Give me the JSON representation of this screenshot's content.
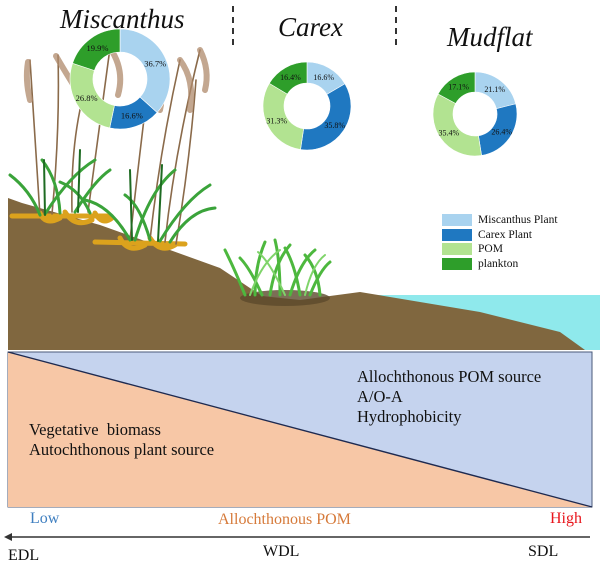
{
  "sites": [
    {
      "title": "Miscanthus"
    },
    {
      "title": "Carex"
    },
    {
      "title": "Mudflat"
    }
  ],
  "chart_data": {
    "type": "pie",
    "variant": "donut",
    "categories": [
      "Miscanthus Plant",
      "Carex Plant",
      "POM",
      "plankton"
    ],
    "colors": [
      "#a9d3ef",
      "#1f78c1",
      "#b2e391",
      "#2e9e2a"
    ],
    "charts": [
      {
        "title": "Miscanthus",
        "values": [
          36.7,
          16.6,
          26.8,
          19.9
        ],
        "labels": [
          "36.7%",
          "16.6%",
          "26.8%",
          "19.9%"
        ]
      },
      {
        "title": "Carex",
        "values": [
          16.6,
          35.8,
          31.3,
          16.4
        ],
        "labels": [
          "16.6%",
          "35.8%",
          "31.3%",
          "16.4%"
        ]
      },
      {
        "title": "Mudflat",
        "values": [
          21.1,
          26.4,
          35.4,
          17.1
        ],
        "labels": [
          "21.1%",
          "26.4%",
          "35.4%",
          "17.1%"
        ]
      }
    ],
    "legend_position": "right"
  },
  "legend": {
    "items": [
      {
        "label": "Miscanthus Plant",
        "color": "#a9d3ef"
      },
      {
        "label": "Carex Plant",
        "color": "#1f78c1"
      },
      {
        "label": "POM",
        "color": "#b2e391"
      },
      {
        "label": "plankton",
        "color": "#2e9e2a"
      }
    ]
  },
  "gradient_panel": {
    "left_text": [
      "Vegetative  biomass",
      "Autochthonous plant source"
    ],
    "right_text": [
      "Allochthonous POM source",
      "A/O-A",
      "Hydrophobicity"
    ],
    "left_color": "#f7c7a6",
    "right_color": "#c5d3ee"
  },
  "axis": {
    "low_label": "Low",
    "middle_label": "Allochthonous POM",
    "high_label": "High",
    "low_color": "#3f7fc0",
    "middle_color": "#d67a3a",
    "high_color": "#e8141b",
    "zones": [
      "EDL",
      "WDL",
      "SDL"
    ]
  }
}
